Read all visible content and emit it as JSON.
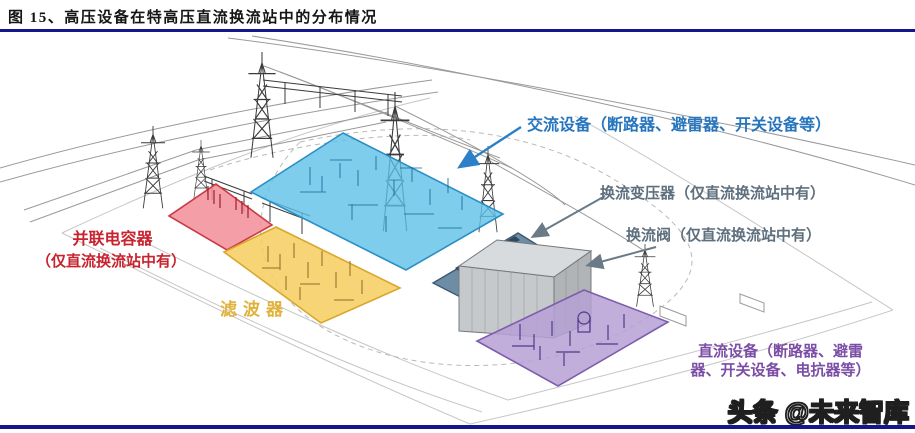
{
  "title": "图 15、高压设备在特高压直流换流站中的分布情况",
  "watermark": "头条 @未来智库",
  "labels": {
    "ac": "交流设备（断路器、避雷器、开关设备等）",
    "transformer": "换流变压器（仅直流换流站中有）",
    "valve": "换流阀（仅直流换流站中有）",
    "capacitor_line1": "并联电容器",
    "capacitor_line2": "（仅直流换流站中有）",
    "filter": "滤波器",
    "dc_line1": "直流设备（断路器、避雷",
    "dc_line2": "器、开关设备、电抗器等）"
  },
  "regions": [
    {
      "name": "ac-yard",
      "label": "交流设备",
      "color": "#5fc0e9"
    },
    {
      "name": "shunt-capacitor",
      "label": "并联电容器",
      "color": "#f28e98"
    },
    {
      "name": "filter",
      "label": "滤波器",
      "color": "#f6ce62"
    },
    {
      "name": "converter-transformer",
      "label": "换流变压器",
      "color": "#5d7f9b"
    },
    {
      "name": "converter-valve-hall",
      "label": "换流阀",
      "color": "#c5c9cc"
    },
    {
      "name": "dc-yard",
      "label": "直流设备",
      "color": "#b6a0d5"
    }
  ],
  "colors": {
    "rule_navy": "#15158c",
    "title_text": "#151515",
    "ac_region_fill": "#5fc0e9",
    "ac_region_border": "#2a8fc4",
    "ac_label_text": "#2776bd",
    "capacitor_region_fill": "#f28e98",
    "capacitor_region_border": "#c93a45",
    "capacitor_label_text": "#c8232e",
    "filter_region_fill": "#f6ce62",
    "filter_region_border": "#d8a72c",
    "filter_label_text": "#e0b23a",
    "dc_region_fill": "#b6a0d5",
    "dc_region_border": "#7c5dad",
    "dc_label_text": "#7b4ea6",
    "transformer_area_fill": "#5d7f9b",
    "transformer_area_border": "#3d5a72",
    "gray_label_text": "#5e6f7e",
    "arrow_gray": "#6b7a86",
    "arrow_blue": "#2b80c8",
    "building_roof": "#d8dbdd",
    "building_front": "#c5c9cc",
    "building_side": "#b0b4b7",
    "building_outline": "#75797d",
    "line_art": "#9a9a9a",
    "tower_dark": "#3b3b3b",
    "watermark_fill": "#ffffff",
    "watermark_outline": "#1f1f1f"
  }
}
